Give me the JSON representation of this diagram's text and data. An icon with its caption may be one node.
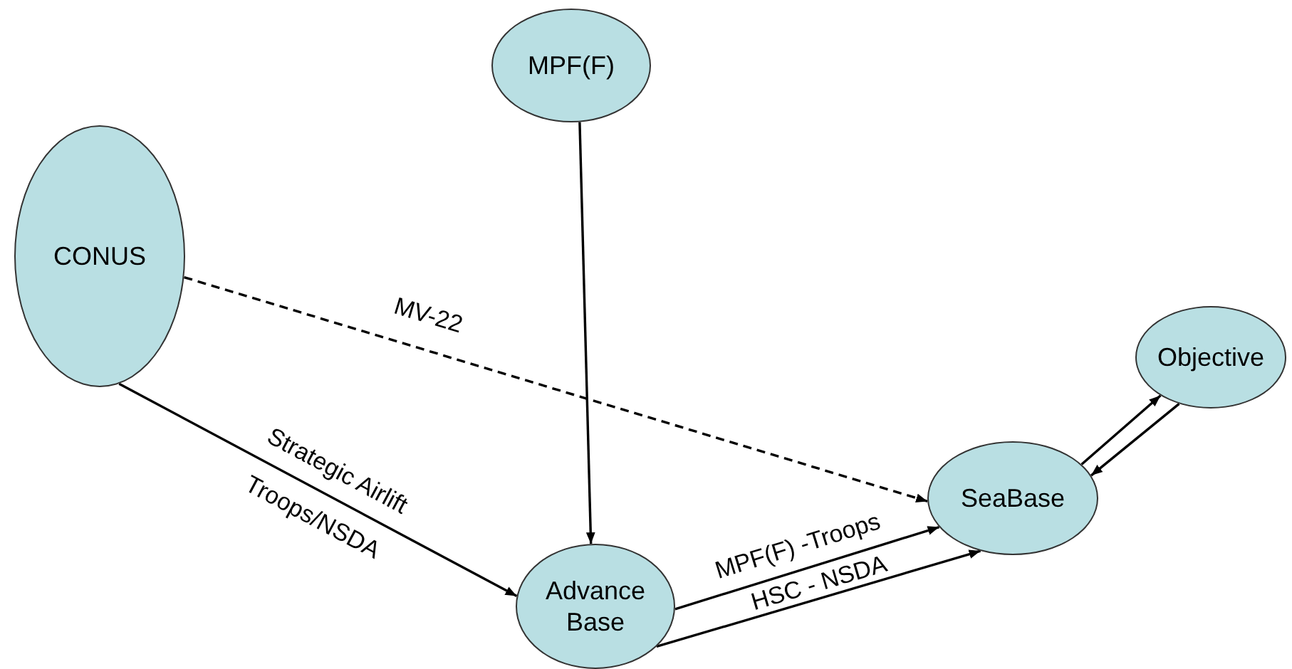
{
  "diagram": {
    "nodes": [
      {
        "text": [
          "CONUS"
        ]
      },
      {
        "text": [
          "MPF(F)"
        ]
      },
      {
        "text": [
          "Advance Base"
        ]
      },
      {
        "text": [
          "SeaBase"
        ]
      },
      {
        "text": [
          "Objective"
        ]
      }
    ],
    "edges": [
      {
        "from": 0,
        "to": 3,
        "arrow": "to",
        "style": "dashed",
        "label": "MV-22"
      },
      {
        "from": 0,
        "to": 2,
        "arrow": "to",
        "label": "Strategic Airlift Troops/NSDA"
      },
      {
        "from": 1,
        "to": 2,
        "arrow": "to"
      },
      {
        "from": 2,
        "to": 3,
        "arrow": "to",
        "label": "MPF(F) -Troops"
      },
      {
        "from": 2,
        "to": 3,
        "arrow": "to",
        "label": "HSC - NSDA"
      },
      {
        "from": 3,
        "to": 4,
        "arrow": "to"
      },
      {
        "from": 4,
        "to": 3,
        "arrow": "to"
      }
    ]
  }
}
